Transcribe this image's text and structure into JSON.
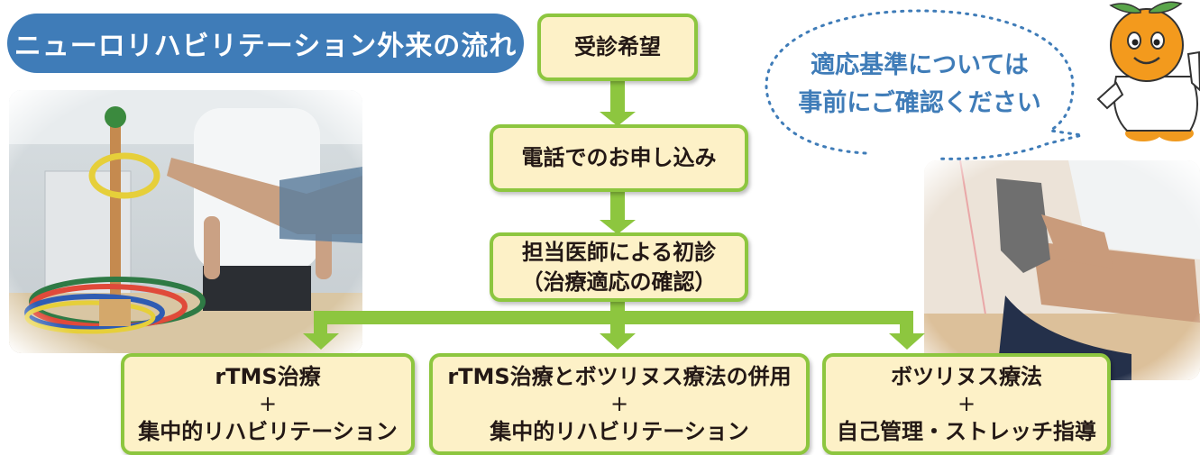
{
  "title": "ニューロリハビリテーション外来の流れ",
  "flow": {
    "step1": "受診希望",
    "step2": "電話でのお申し込み",
    "step3_line1": "担当医師による初診",
    "step3_line2": "（治療適応の確認）"
  },
  "options": [
    {
      "line1": "rTMS治療",
      "plus": "+",
      "line2": "集中的リハビリテーション"
    },
    {
      "line1": "rTMS治療とボツリヌス療法の併用",
      "plus": "+",
      "line2": "集中的リハビリテーション"
    },
    {
      "line1": "ボツリヌス療法",
      "plus": "+",
      "line2": "自己管理・ストレッチ指導"
    }
  ],
  "bubble": {
    "line1": "適応基準については",
    "line2": "事前にご確認ください"
  },
  "colors": {
    "title_bg": "#3f7cb8",
    "box_bg": "#fdf1c7",
    "box_border": "#8dc63f",
    "arrow": "#8dc63f",
    "bubble_text": "#3f7cb8"
  }
}
